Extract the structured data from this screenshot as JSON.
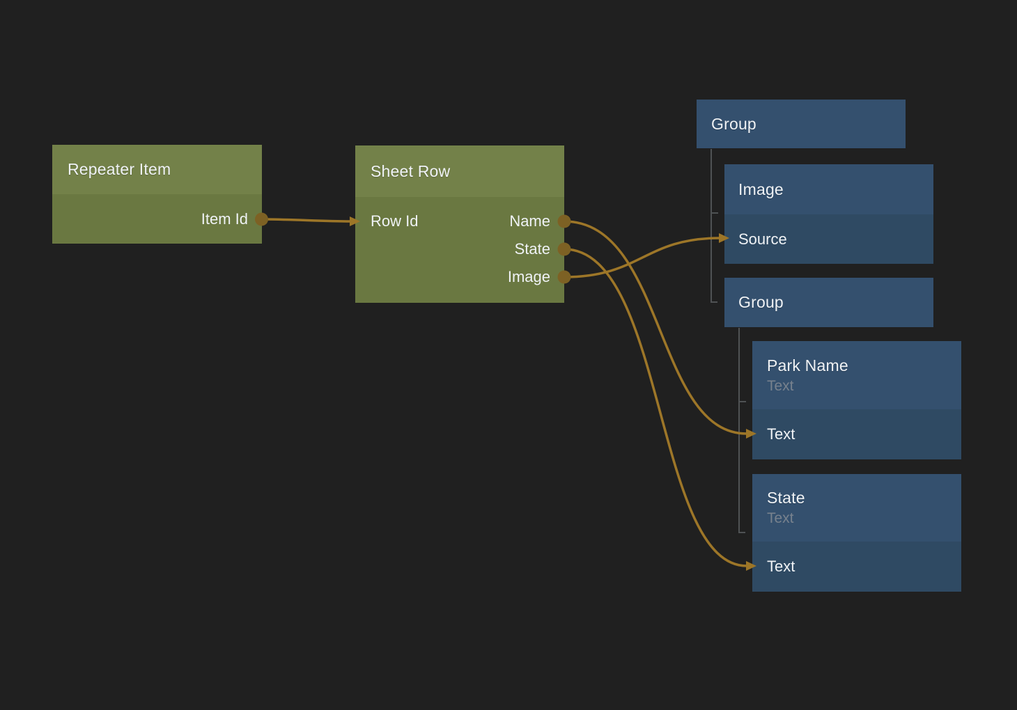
{
  "colors": {
    "background": "#202020",
    "green_header": "#738149",
    "green_body": "#6a7841",
    "blue_header": "#34506e",
    "blue_row": "#2f4a63",
    "wire_gold": "#9d7628",
    "port_brown": "#7d6124",
    "tree_gray": "#4f5254",
    "text_primary": "#eff2f5",
    "text_muted": "#78828e"
  },
  "nodes": {
    "repeater_item": {
      "title": "Repeater Item",
      "outputs": [
        {
          "label": "Item Id"
        }
      ]
    },
    "sheet_row": {
      "title": "Sheet Row",
      "inputs": [
        {
          "label": "Row Id"
        }
      ],
      "outputs": [
        {
          "label": "Name"
        },
        {
          "label": "State"
        },
        {
          "label": "Image"
        }
      ]
    },
    "group_outer": {
      "title": "Group"
    },
    "image": {
      "title": "Image",
      "rows": [
        {
          "label": "Source"
        }
      ]
    },
    "group_inner": {
      "title": "Group"
    },
    "park_name": {
      "title": "Park Name",
      "subtitle": "Text",
      "rows": [
        {
          "label": "Text"
        }
      ]
    },
    "state": {
      "title": "State",
      "subtitle": "Text",
      "rows": [
        {
          "label": "Text"
        }
      ]
    }
  },
  "connections": [
    {
      "from": "Repeater Item / Item Id",
      "to": "Sheet Row / Row Id"
    },
    {
      "from": "Sheet Row / Name",
      "to": "Park Name / Text"
    },
    {
      "from": "Sheet Row / State",
      "to": "State / Text"
    },
    {
      "from": "Sheet Row / Image",
      "to": "Image / Source"
    }
  ]
}
